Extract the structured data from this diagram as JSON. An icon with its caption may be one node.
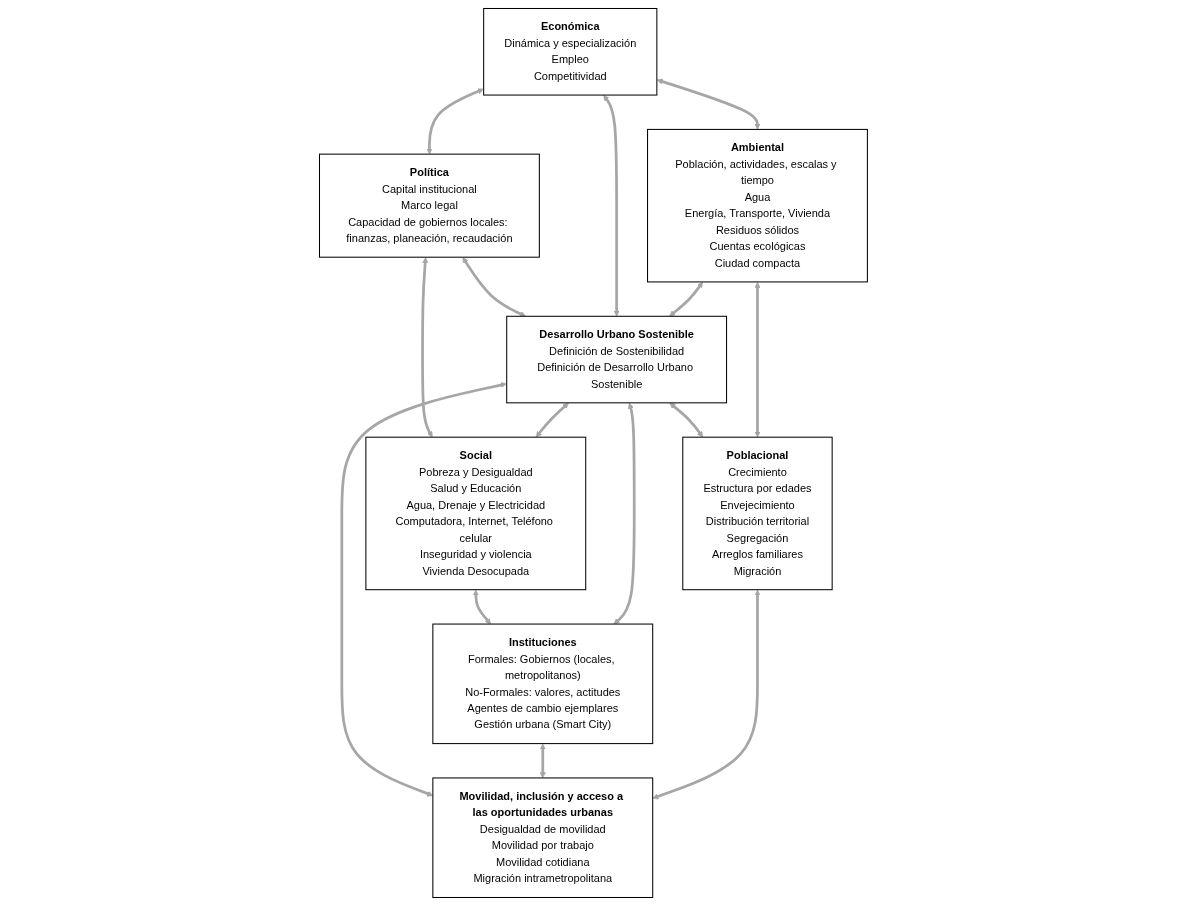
{
  "diagram": {
    "nodes": [
      {
        "text": [
          "Política",
          "Capital institucional",
          "Marco legal",
          "Capacidad de gobiernos locales: finanzas, planeación, recaudación"
        ]
      },
      {
        "text": [
          "Social",
          "Pobreza y Desigualdad",
          "Salud y Educación",
          "Agua, Drenaje y Electricidad",
          "Computadora, Internet, Teléfono celular",
          "Inseguridad y violencia",
          "Vivienda Desocupada"
        ]
      },
      {
        "text": [
          "Económica",
          "Dinámica y especialización",
          "Empleo",
          "Competitividad"
        ]
      },
      {
        "text": [
          "Desarrollo Urbano Sostenible",
          "Definición de Sostenibilidad",
          "Definición de Desarrollo Urbano Sostenible"
        ]
      },
      {
        "text": [
          "Instituciones",
          "Formales: Gobiernos (locales, metropolitanos)",
          "No-Formales: valores, actitudes",
          "Agentes de cambio ejemplares",
          "Gestión urbana (Smart City)"
        ]
      },
      {
        "text": [
          "Ambiental",
          "Población, actividades, escalas y tiempo",
          "Agua",
          "Energía, Transporte, Vivienda",
          "Residuos sólidos",
          "Cuentas ecológicas",
          "Ciudad compacta"
        ]
      },
      {
        "text": [
          "Poblacional",
          "Crecimiento",
          "Estructura por edades",
          "Envejecimiento",
          "Distribución territorial",
          "Segregación",
          "Arreglos familiares",
          "Migración"
        ]
      },
      {
        "text": [
          "Movilidad, inclusión y acceso a las oportunidades urbanas",
          "Desigualdad de movilidad",
          "Movilidad por trabajo",
          "Movilidad cotidiana",
          "Migración intrametropolitana"
        ]
      }
    ],
    "edges": [
      {
        "from": 2,
        "to": 0,
        "arrow": "both"
      },
      {
        "from": 0,
        "to": 1,
        "arrow": "both"
      },
      {
        "from": 0,
        "to": 3,
        "arrow": "both"
      },
      {
        "from": 3,
        "to": 1,
        "arrow": "both"
      },
      {
        "from": 1,
        "to": 4,
        "arrow": "both"
      },
      {
        "from": 2,
        "to": 3,
        "arrow": "both"
      },
      {
        "from": 3,
        "to": 4,
        "arrow": "both"
      },
      {
        "from": 2,
        "to": 5,
        "arrow": "both"
      },
      {
        "from": 5,
        "to": 3,
        "arrow": "both"
      },
      {
        "from": 3,
        "to": 6,
        "arrow": "both"
      },
      {
        "from": 3,
        "to": 7,
        "arrow": "both"
      },
      {
        "from": 4,
        "to": 7,
        "arrow": "both"
      },
      {
        "from": 5,
        "to": 6,
        "arrow": "both"
      },
      {
        "from": 6,
        "to": 7,
        "arrow": "both"
      }
    ]
  }
}
